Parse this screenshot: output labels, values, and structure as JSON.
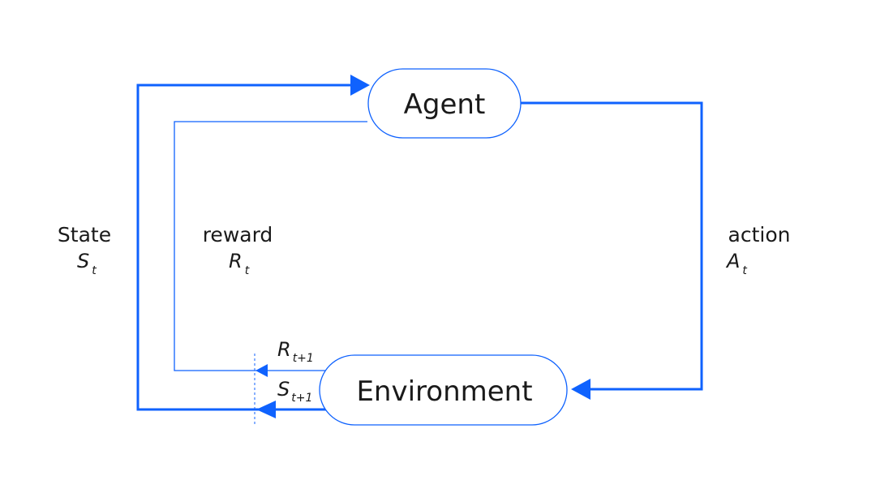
{
  "colors": {
    "line": "#0f62fe",
    "node_border": "#0f62fe",
    "text": "#1a1a1a",
    "background": "#ffffff"
  },
  "nodes": {
    "agent": {
      "label": "Agent"
    },
    "environment": {
      "label": "Environment"
    }
  },
  "edges": {
    "state": {
      "label": "State",
      "var": "S",
      "sub": "t"
    },
    "reward": {
      "label": "reward",
      "var": "R",
      "sub": "t"
    },
    "action": {
      "label": "action",
      "var": "A",
      "sub": "t"
    }
  },
  "feedback": {
    "reward_next": {
      "var": "R",
      "sub": "t+1"
    },
    "state_next": {
      "var": "S",
      "sub": "t+1"
    }
  }
}
